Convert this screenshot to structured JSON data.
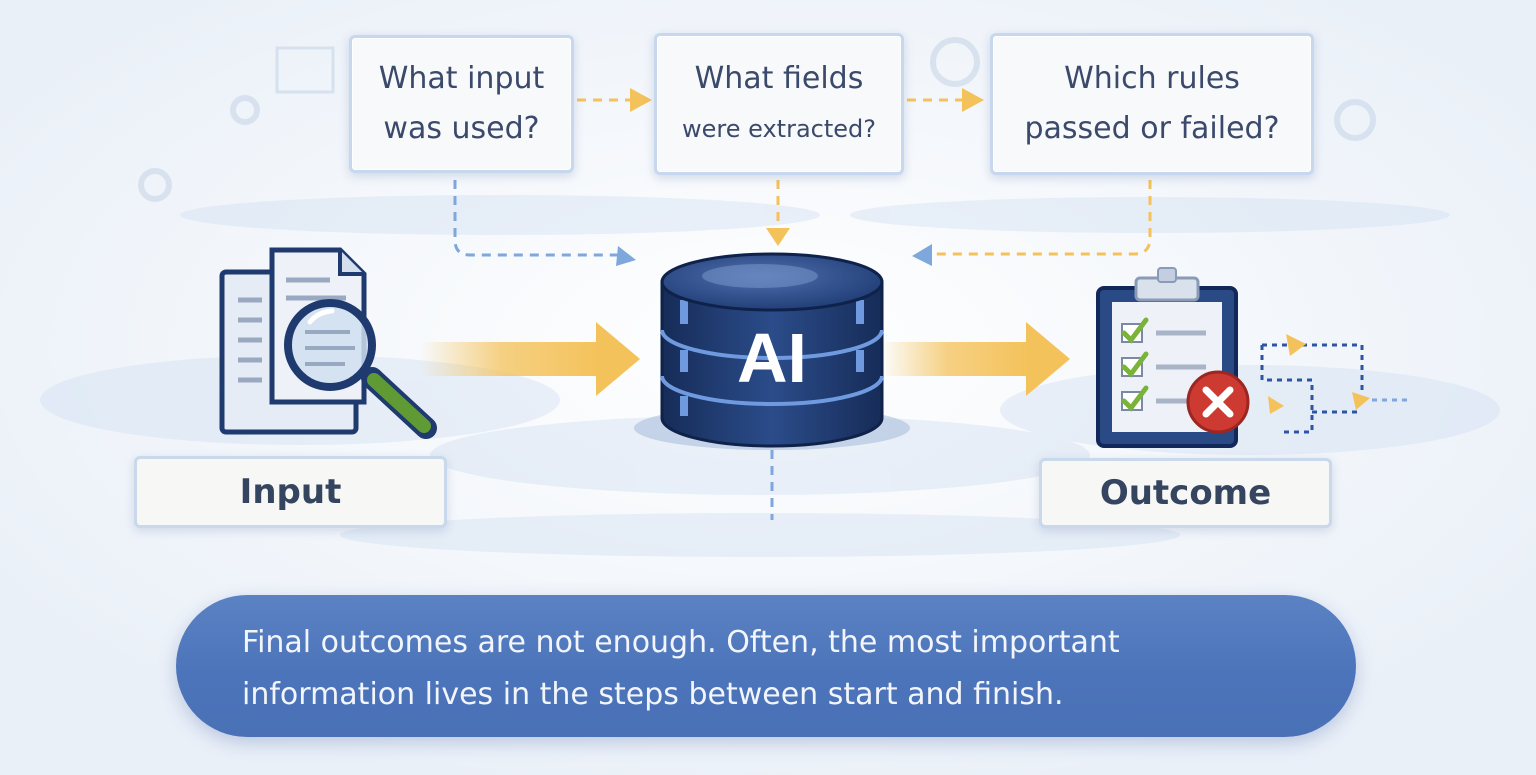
{
  "questions": {
    "input_line1": "What input",
    "input_line2": "was used?",
    "fields_line1": "What fields",
    "fields_line2": "were extracted?",
    "rules_line1": "Which rules",
    "rules_line2": "passed or failed?"
  },
  "center": {
    "label": "AI"
  },
  "labels": {
    "input": "Input",
    "outcome": "Outcome"
  },
  "caption": {
    "line1": "Final outcomes are not enough. Often, the most important",
    "line2": "information lives in the steps between start and finish."
  },
  "icons": {
    "input": "document-magnifier-icon",
    "center": "database-icon",
    "outcome": "checklist-clipboard-icon",
    "fail": "x-circle-icon"
  },
  "colors": {
    "background": "#f4f7fb",
    "box_border": "#c7d8ee",
    "text": "#3b4a6b",
    "arrow": "#f4c25a",
    "database": "#1f3a6e",
    "caption_bg": "#4f77bb",
    "check": "#7ab33c",
    "fail": "#cc3a32"
  }
}
